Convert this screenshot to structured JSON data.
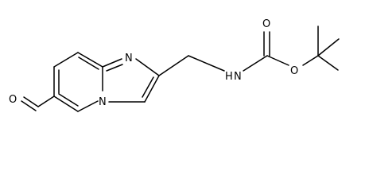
{
  "molecule": {
    "atoms": {
      "aldehyde_oxygen": "O",
      "imidazole_nitrogen": "N",
      "bridgehead_nitrogen": "N",
      "amide_nitrogen": "N",
      "amide_hydrogen": "H",
      "carbonyl_oxygen": "O",
      "ester_oxygen": "O"
    }
  }
}
